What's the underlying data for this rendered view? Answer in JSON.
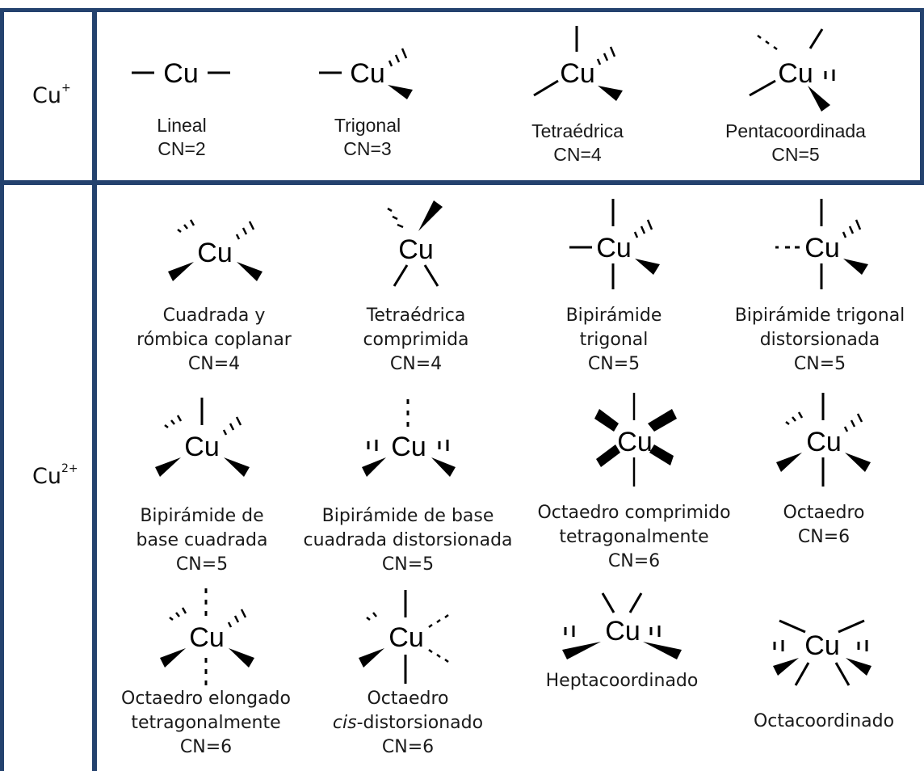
{
  "row_cu1": {
    "ion": {
      "base": "Cu",
      "charge": "+"
    },
    "geometries": [
      {
        "id": "lineal",
        "atom": "Cu",
        "name_lines": [
          "Lineal"
        ],
        "cn": "CN=2"
      },
      {
        "id": "trigonal",
        "atom": "Cu",
        "name_lines": [
          "Trigonal"
        ],
        "cn": "CN=3"
      },
      {
        "id": "tetraedrica",
        "atom": "Cu",
        "name_lines": [
          "Tetraédrica"
        ],
        "cn": "CN=4"
      },
      {
        "id": "pentacoordinada",
        "atom": "Cu",
        "name_lines": [
          "Pentacoordinada"
        ],
        "cn": "CN=5"
      }
    ]
  },
  "row_cu2": {
    "ion": {
      "base": "Cu",
      "charge": "2+"
    },
    "geometries": [
      {
        "id": "cuadrada",
        "atom": "Cu",
        "name_lines": [
          "Cuadrada y",
          "rómbica coplanar"
        ],
        "cn": "CN=4"
      },
      {
        "id": "tetra-comp",
        "atom": "Cu",
        "name_lines": [
          "Tetraédrica",
          "comprimida"
        ],
        "cn": "CN=4"
      },
      {
        "id": "bipir-trig",
        "atom": "Cu",
        "name_lines": [
          "Bipirámide",
          "trigonal"
        ],
        "cn": "CN=5"
      },
      {
        "id": "bipir-trig-dist",
        "atom": "Cu",
        "name_lines": [
          "Bipirámide trigonal",
          "distorsionada"
        ],
        "cn": "CN=5"
      },
      {
        "id": "bipir-base-cuad",
        "atom": "Cu",
        "name_lines": [
          "Bipirámide de",
          "base cuadrada"
        ],
        "cn": "CN=5"
      },
      {
        "id": "bipir-base-cuad-dist",
        "atom": "Cu",
        "name_lines": [
          "Bipirámide de base",
          "cuadrada distorsionada"
        ],
        "cn": "CN=5"
      },
      {
        "id": "oct-comp",
        "atom": "Cu",
        "name_lines": [
          "Octaedro comprimido",
          "tetragonalmente"
        ],
        "cn": "CN=6"
      },
      {
        "id": "octaedro",
        "atom": "Cu",
        "name_lines": [
          "Octaedro"
        ],
        "cn": "CN=6"
      },
      {
        "id": "oct-elong",
        "atom": "Cu",
        "name_lines": [
          "Octaedro elongado",
          "tetragonalmente"
        ],
        "cn": "CN=6"
      },
      {
        "id": "oct-cis",
        "atom": "Cu",
        "name_lines": [
          "Octaedro"
        ],
        "name_italic": "cis",
        "name_rest": "-distorsionado",
        "cn": "CN=6"
      },
      {
        "id": "hepta",
        "atom": "Cu",
        "name_lines": [
          "Heptacoordinado"
        ],
        "cn": ""
      },
      {
        "id": "octa",
        "atom": "Cu",
        "name_lines": [
          "Octacoordinado"
        ],
        "cn": ""
      }
    ]
  },
  "colors": {
    "border": "#24426e",
    "bond": "#000000",
    "text": "#1a1a1a"
  }
}
